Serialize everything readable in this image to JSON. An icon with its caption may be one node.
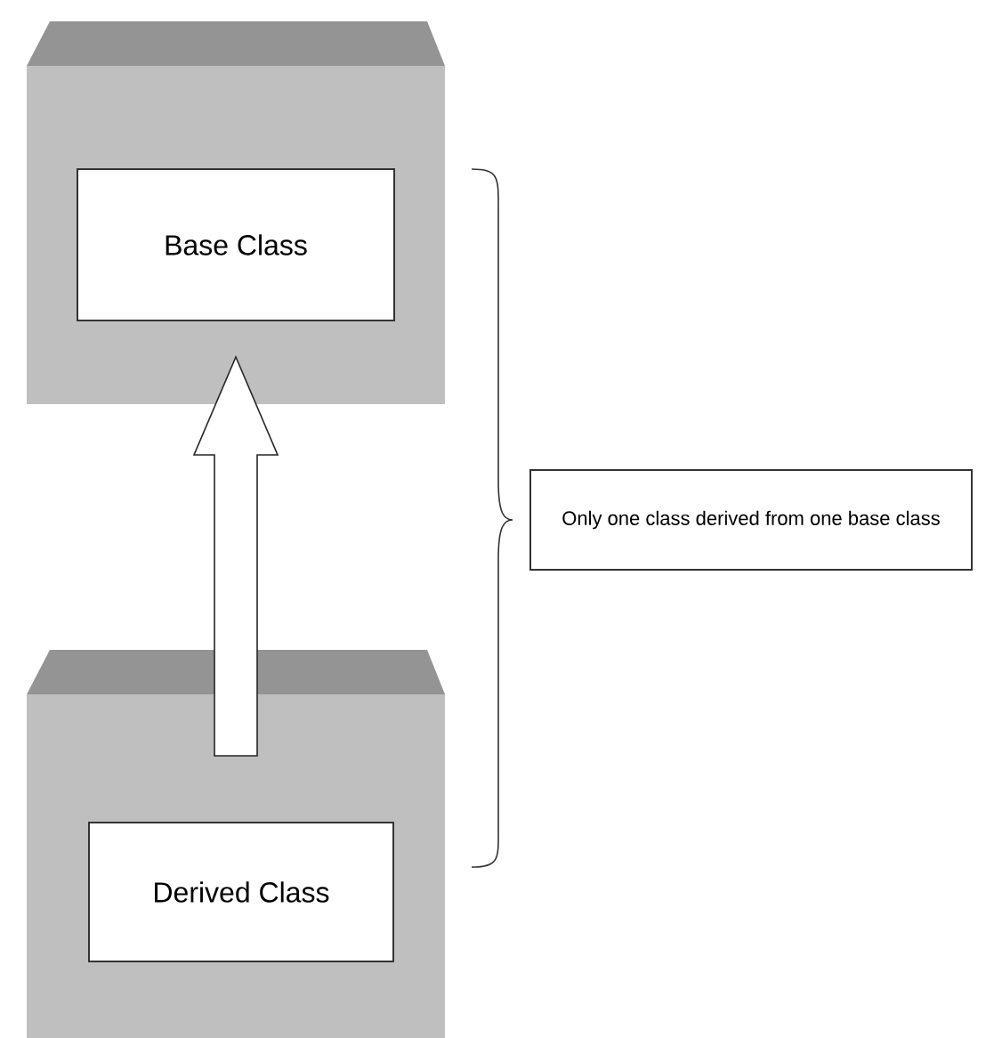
{
  "diagram": {
    "nodes": [
      {
        "text": [],
        "shape": "box"
      },
      {
        "text": [
          "Base Class"
        ],
        "in": 0
      },
      {
        "text": [],
        "shape": "box"
      },
      {
        "text": [
          "Derived Class"
        ],
        "in": 2
      },
      {
        "text": [
          "Only one class derived from one base class"
        ]
      }
    ],
    "edges": [
      {
        "from": 3,
        "to": 1,
        "arrow": "to"
      }
    ]
  }
}
